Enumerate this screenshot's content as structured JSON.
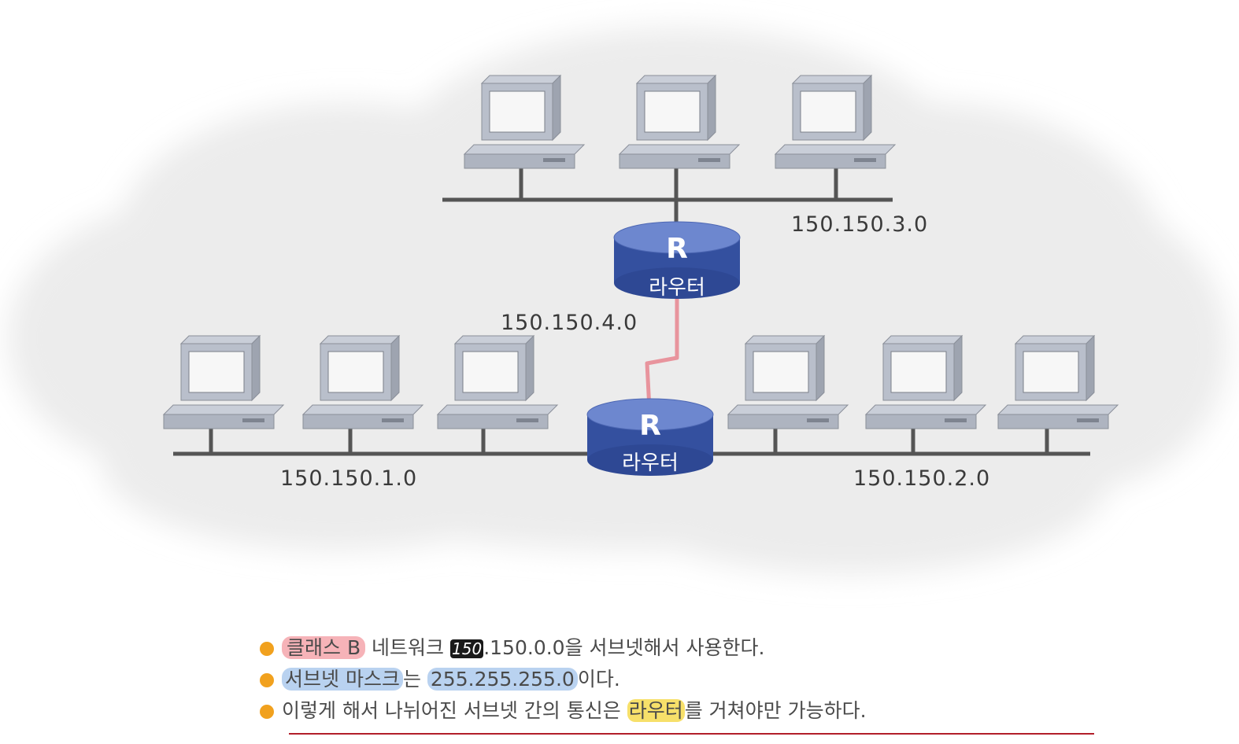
{
  "networks": {
    "top": "150.150.3.0",
    "link": "150.150.4.0",
    "left": "150.150.1.0",
    "right": "150.150.2.0"
  },
  "routers": {
    "top": {
      "letter": "R",
      "text": "라우터"
    },
    "bottom": {
      "letter": "R",
      "text": "라우터"
    }
  },
  "icons": [
    "computer-icon",
    "router-icon",
    "bullet-icon"
  ],
  "colors": {
    "cloud": "#ececec",
    "router_blue": "#3b55a8",
    "wan_link": "#e8949d",
    "cable": "#555555",
    "bullet": "#f1a11e",
    "highlight_pink": "#f6b3b8",
    "highlight_blue": "#b9d2f0",
    "highlight_yellow": "#f7e06a",
    "underline": "#b21e2a"
  },
  "notes": {
    "line1": {
      "hl": "클래스 B",
      "text1": " 네트워크 ",
      "hl2": "150",
      "text2": ".150.0.0을 서브넷해서 사용한다."
    },
    "line2": {
      "hl1": "서브넷 마스크",
      "text1": "는 ",
      "hl2": "255.255.255.0",
      "text2": "이다."
    },
    "line3": {
      "text1": "이렇게 해서 나뉘어진 서브넷 간의 통신은 ",
      "hl": "라우터",
      "text2": "를 거쳐야만 가능하다."
    }
  }
}
